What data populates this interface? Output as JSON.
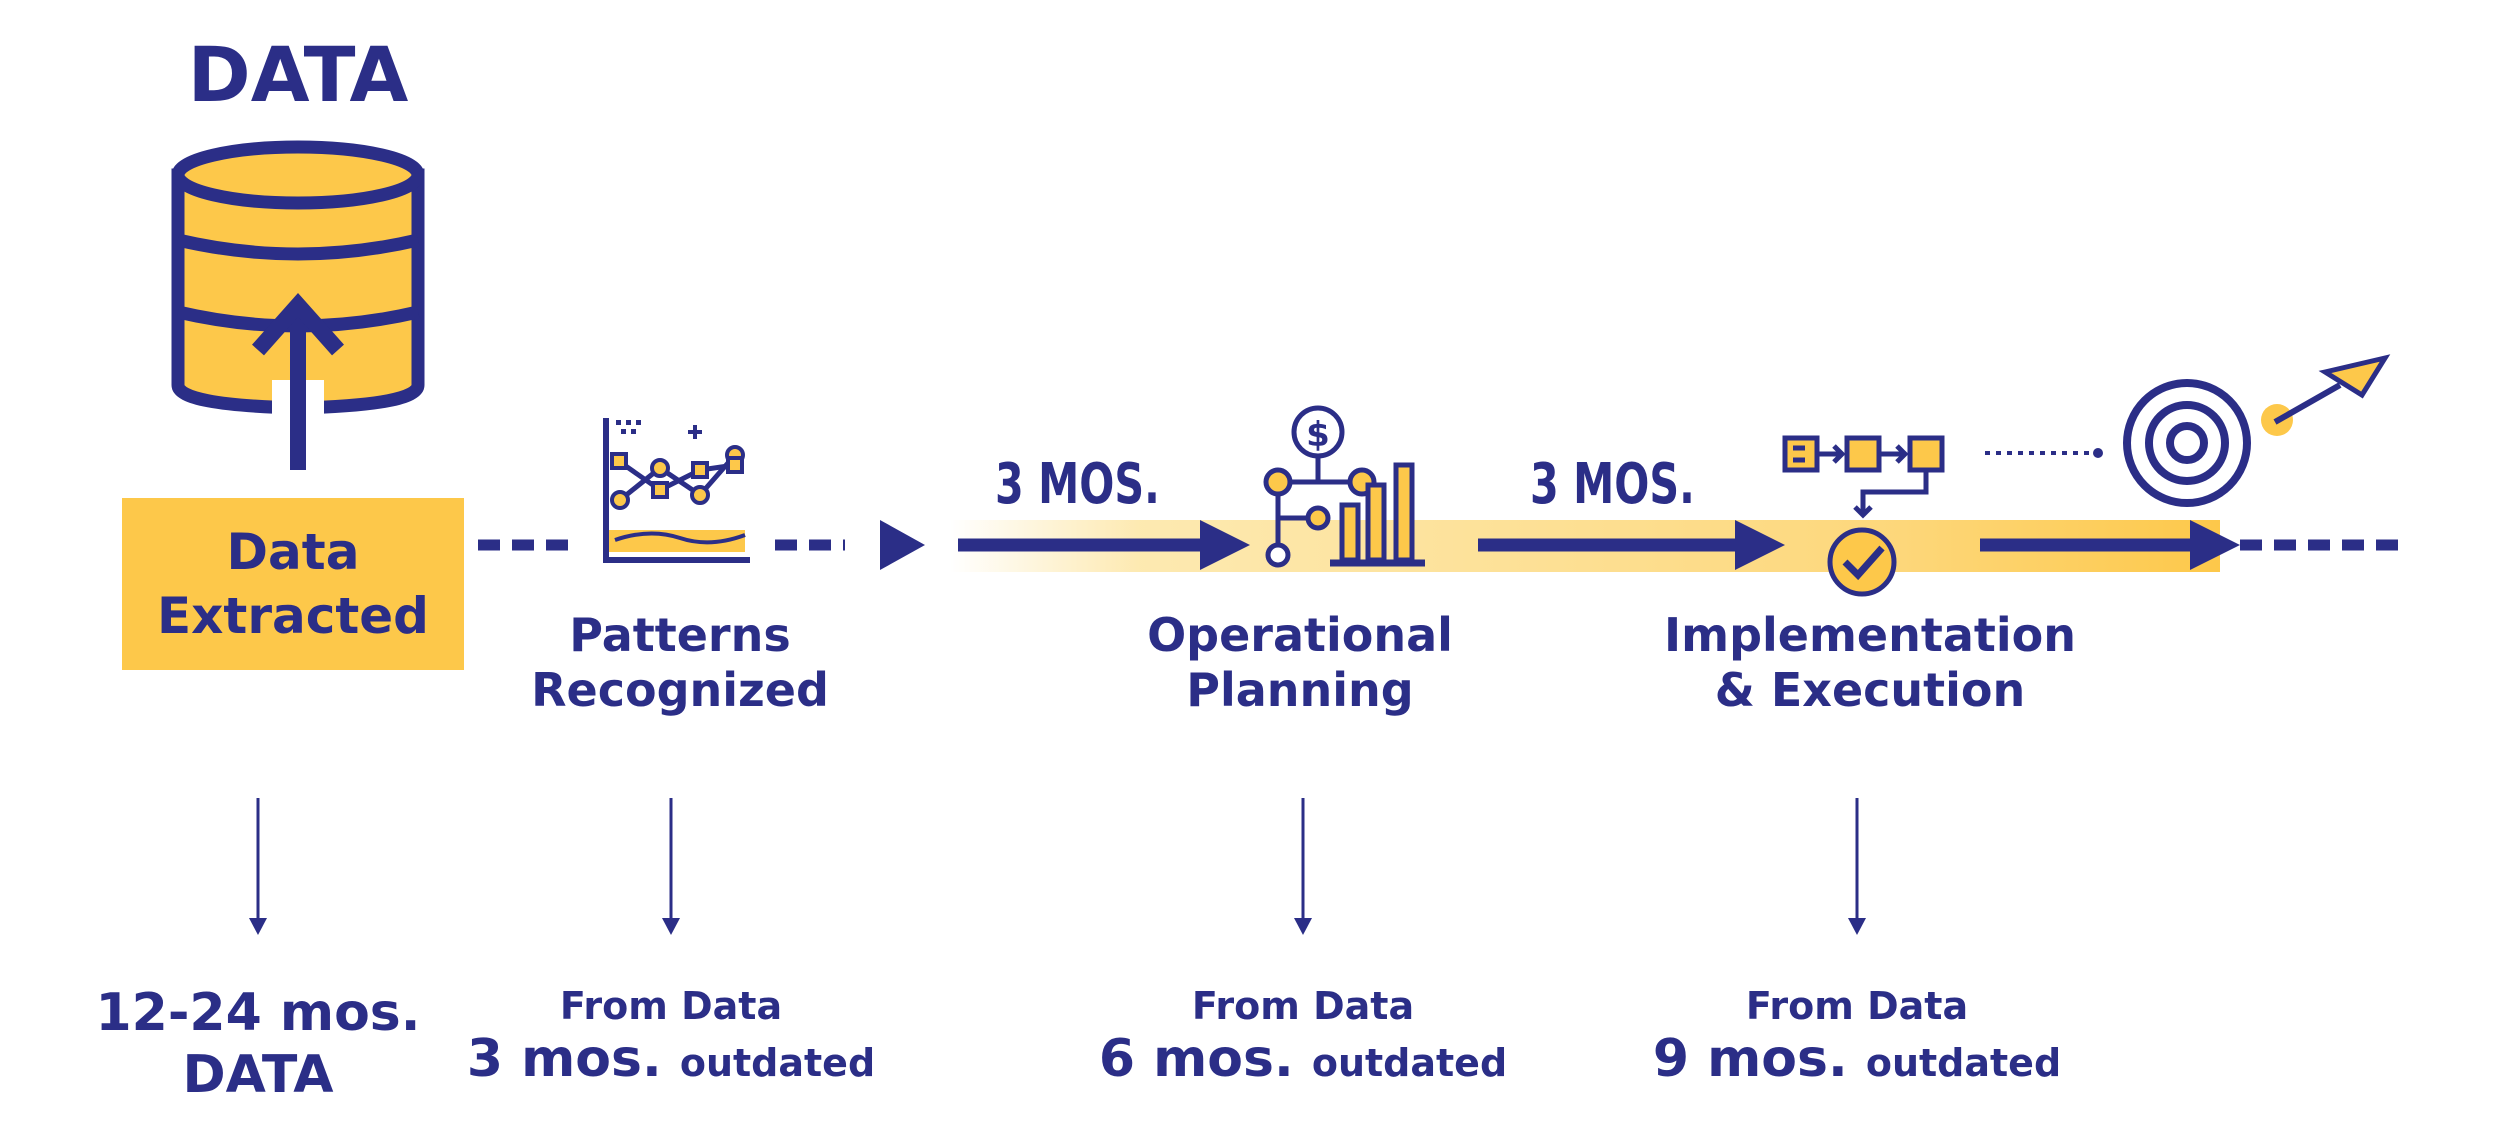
{
  "title": "DATA",
  "box_label": [
    "Data",
    "Extracted"
  ],
  "intervals": [
    "3 MOS.",
    "3 MOS."
  ],
  "stages": [
    {
      "label": [
        "Patterns",
        "Recognized"
      ]
    },
    {
      "label": [
        "Operational",
        "Planning"
      ]
    },
    {
      "label": [
        "Implementation",
        "& Execution"
      ]
    }
  ],
  "bottom": {
    "first": [
      "12-24 mos.",
      "DATA"
    ],
    "items": [
      {
        "from": "From Data",
        "value": "3 mos.",
        "suffix": "outdated"
      },
      {
        "from": "From Data",
        "value": "6 mos.",
        "suffix": "outdated"
      },
      {
        "from": "From Data",
        "value": "9 mos.",
        "suffix": "outdated"
      }
    ]
  },
  "colors": {
    "navy": "#2b2e87",
    "yellow": "#fdc84a",
    "light_yellow": "#fde7a8"
  },
  "icons": [
    "database-upload-icon",
    "line-chart-icon",
    "planning-icon",
    "workflow-check-icon",
    "target-arrow-icon"
  ]
}
